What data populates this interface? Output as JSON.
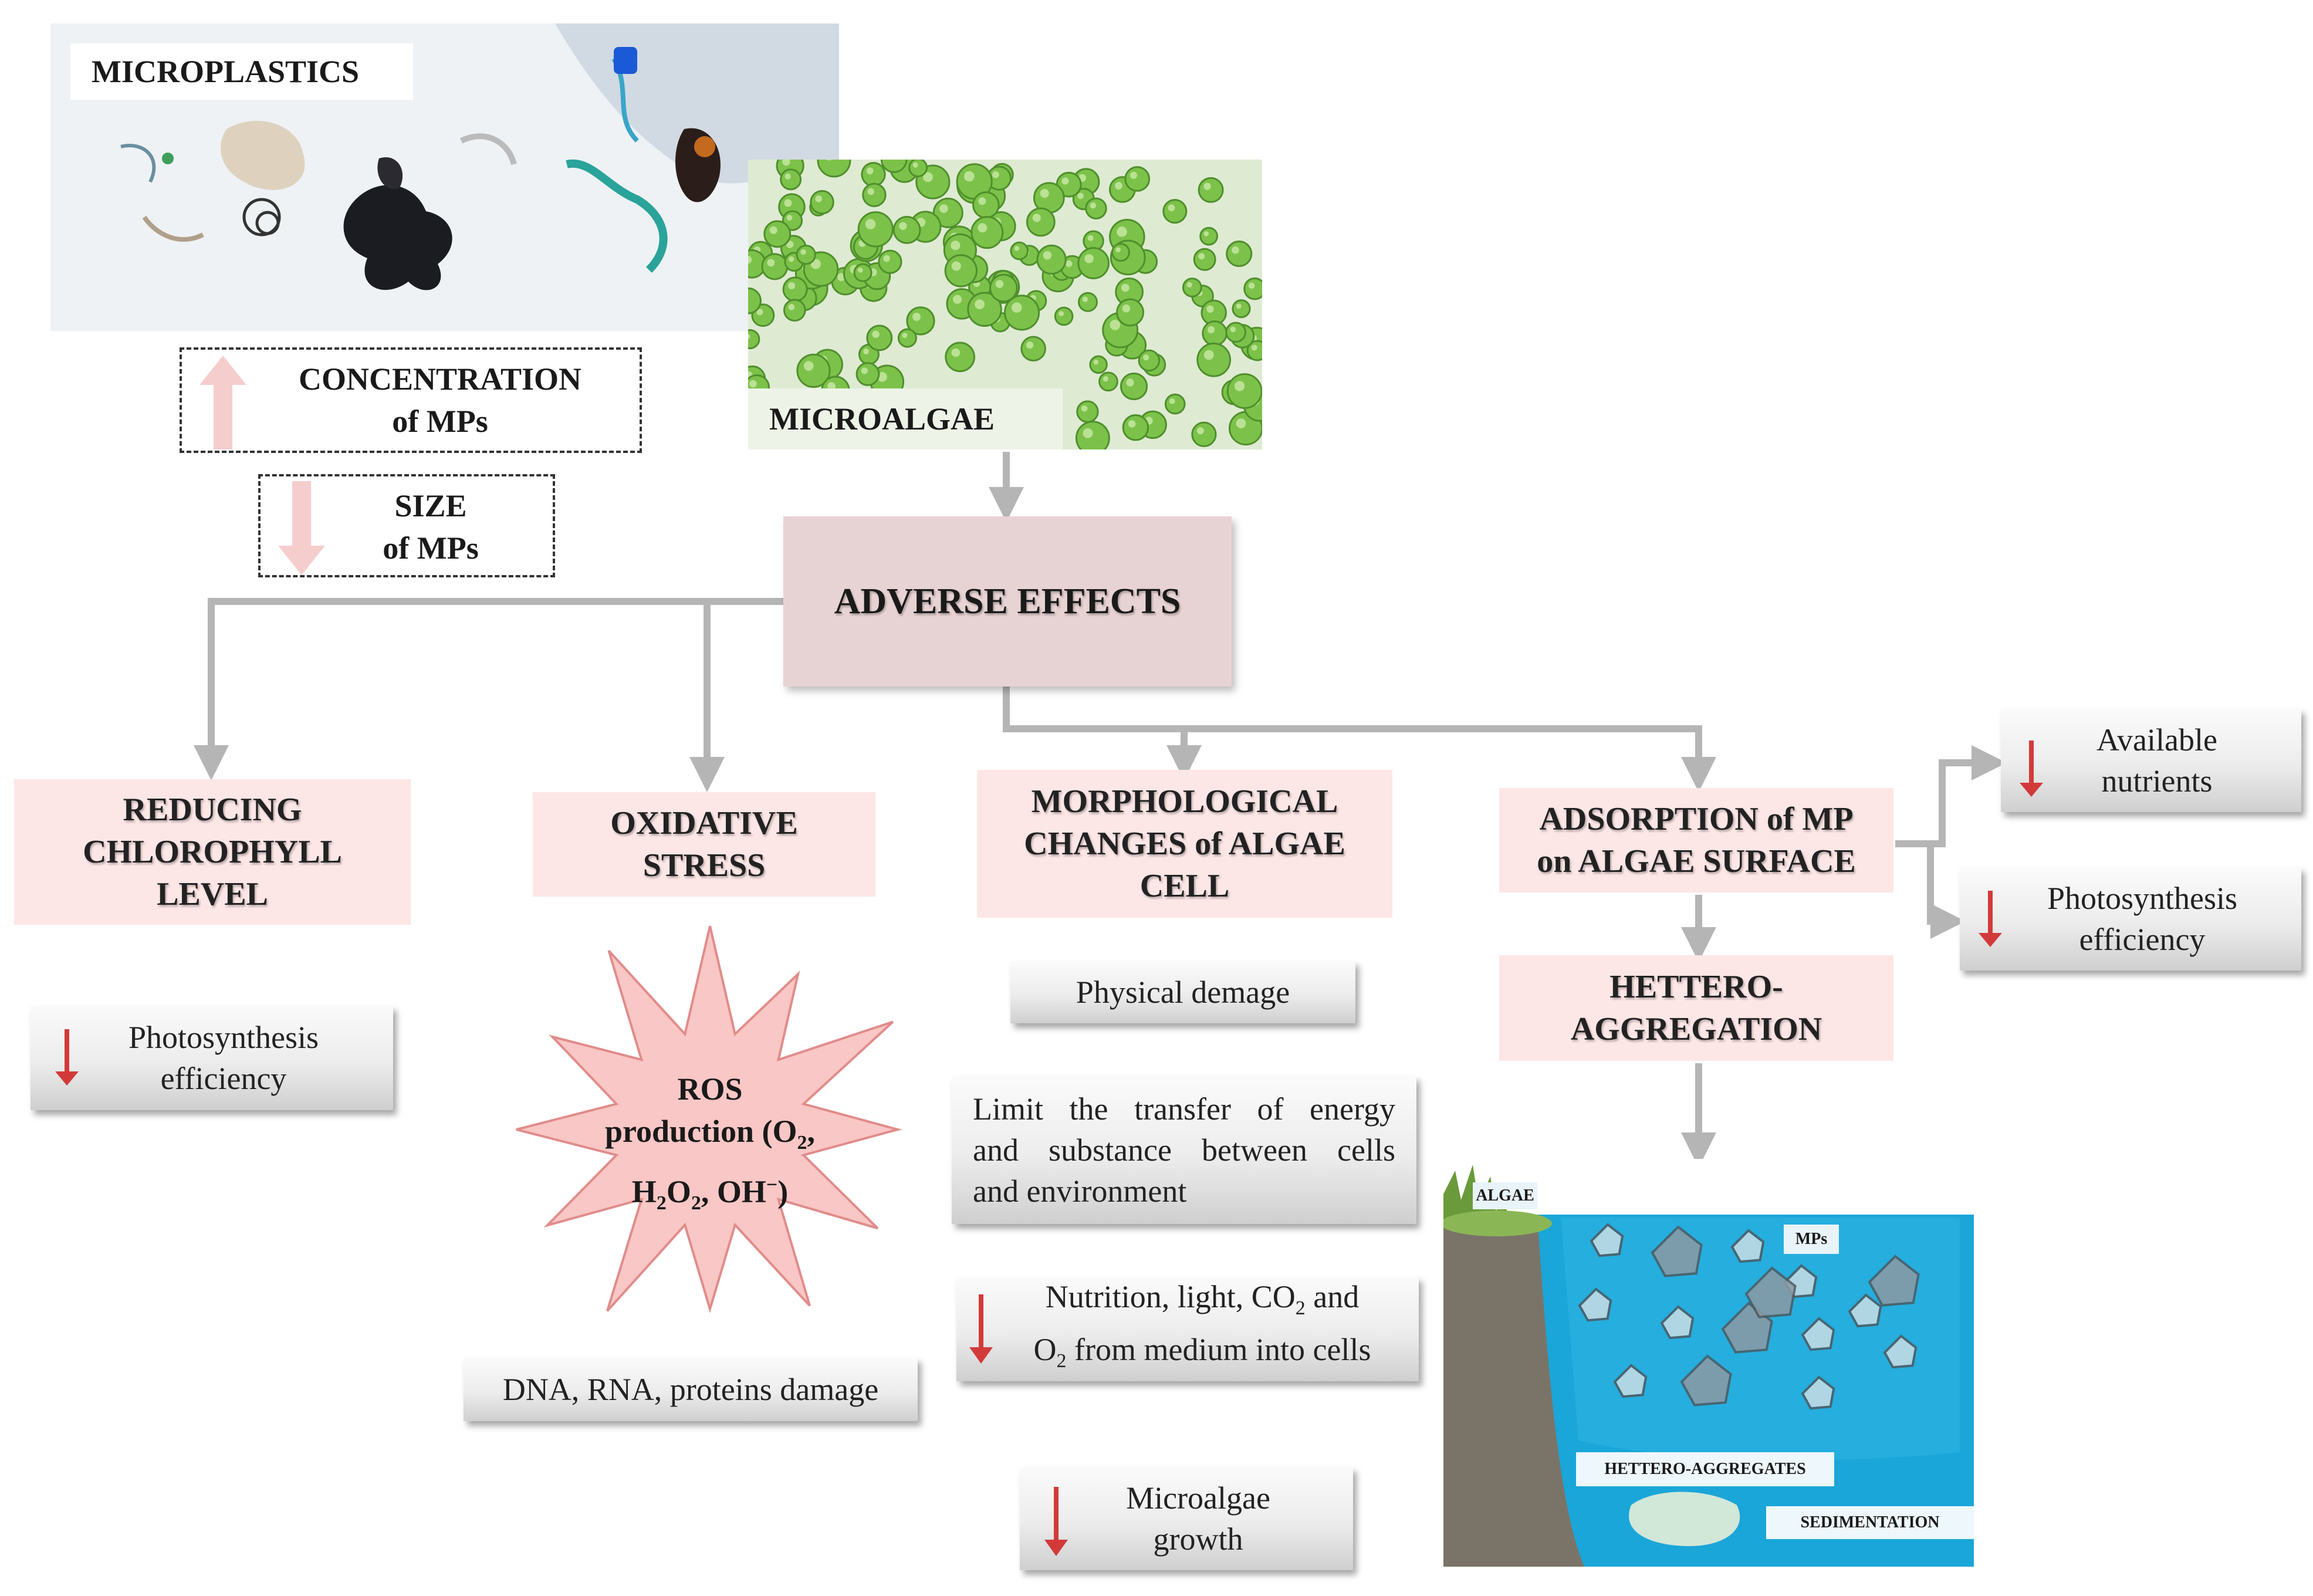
{
  "microplastics_label": "MICROPLASTICS",
  "microalgae_label": "MICROALGAE",
  "concentration": {
    "line1": "CONCENTRATION",
    "line2": "of  MPs"
  },
  "size": {
    "line1": "SIZE",
    "line2": "of MPs"
  },
  "adverse_effects": "ADVERSE  EFFECTS",
  "effects": {
    "chlorophyll": {
      "line1": "REDUCING",
      "line2": "CHLOROPHYLL",
      "line3": "LEVEL"
    },
    "oxidative": {
      "line1": "OXIDATIVE",
      "line2": "STRESS"
    },
    "morphological": {
      "line1": "MORPHOLOGICAL",
      "line2": "CHANGES of ALGAE",
      "line3": "CELL"
    },
    "adsorption": {
      "line1": "ADSORPTION of MP",
      "line2": "on ALGAE SURFACE"
    }
  },
  "chlorophyll_result": {
    "line1": "Photosynthesis",
    "line2": "efficiency"
  },
  "ros": {
    "line1": "ROS",
    "line2": "production  (O",
    "line2_sub": "2",
    "line2_end": ",",
    "line3_a": "H",
    "line3_sub1": "2",
    "line3_b": "O",
    "line3_sub2": "2",
    "line3_c": ", OH",
    "line3_sup": "−",
    "line3_d": ")"
  },
  "oxidative_result": "DNA, RNA, proteins damage",
  "morph_results": {
    "physical": "Physical demage",
    "limit": {
      "line1": "Limit  the  transfer  of  energy",
      "line2": "and  substance  between  cells",
      "line3": "and environment"
    },
    "nutrition": {
      "line1_a": "Nutrition,  light,  CO",
      "line1_sub": "2",
      "line1_b": "  and",
      "line2_a": "O",
      "line2_sub": "2",
      "line2_b": " from  medium  into cells"
    },
    "growth": {
      "line1": "Microalgae",
      "line2": "growth"
    }
  },
  "hetero": {
    "line1": "HETTERO-",
    "line2": "AGGREGATION"
  },
  "adsorption_results": {
    "nutrients": {
      "line1": "Available",
      "line2": "nutrients"
    },
    "photosynthesis": {
      "line1": "Photosynthesis",
      "line2": "efficiency"
    }
  },
  "scene_labels": {
    "algae": "ALGAE",
    "mps": "MPs",
    "aggregates": "HETTERO-AGGREGATES",
    "sedimentation": "SEDIMENTATION"
  },
  "colors": {
    "pink_box": "#fde6e6",
    "adverse_box": "#e8d3d4",
    "connector": "#b5b5b5",
    "down_arrow": "#d23a3a",
    "increase_arrow": "#f6cdcd",
    "water": "#1aa6d8",
    "algae_cell": "#7cc24a"
  },
  "icons": {
    "increase": "up-arrow-icon",
    "decrease": "down-arrow-icon",
    "ros": "starburst-icon"
  }
}
